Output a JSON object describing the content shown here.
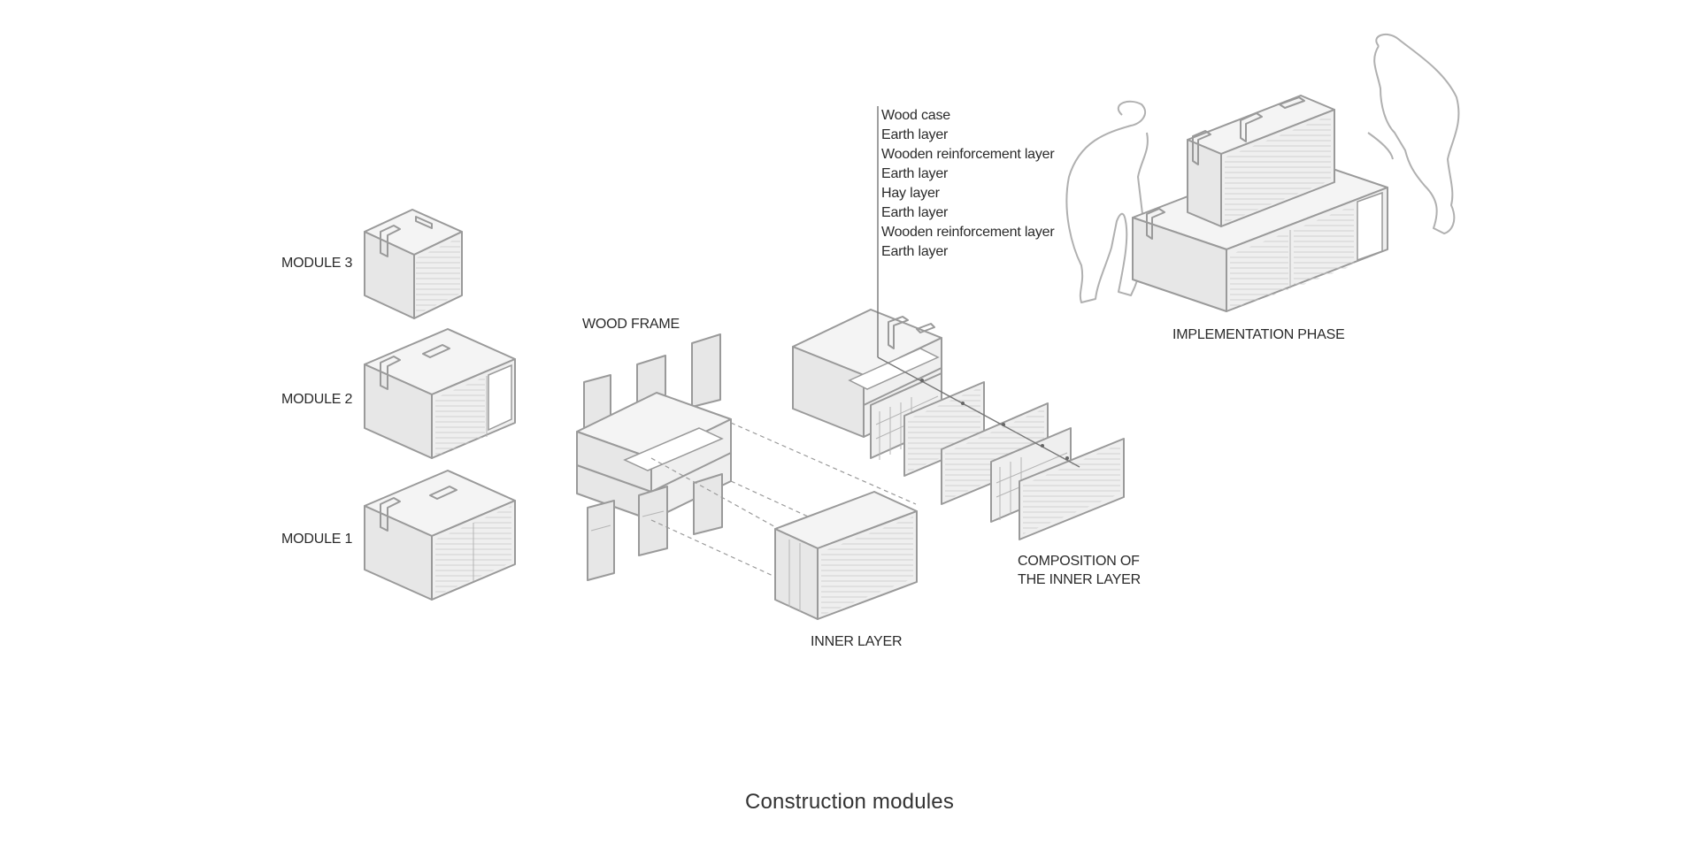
{
  "labels": {
    "module_3": "MODULE 3",
    "module_2": "MODULE 2",
    "module_1": "MODULE 1",
    "wood_frame": "WOOD FRAME",
    "inner_layer": "INNER LAYER",
    "composition_line1": "COMPOSITION OF",
    "composition_line2": "THE INNER LAYER",
    "implementation": "IMPLEMENTATION PHASE"
  },
  "layers": [
    "Wood case",
    "Earth layer",
    "Wooden reinforcement layer",
    "Earth layer",
    "Hay layer",
    "Earth layer",
    "Wooden reinforcement layer",
    "Earth layer"
  ],
  "caption": "Construction modules",
  "colors": {
    "line": "#9a9a9a",
    "face_light": "#f4f4f4",
    "face_mid": "#e7e7e7",
    "text": "#2a2a2a"
  }
}
